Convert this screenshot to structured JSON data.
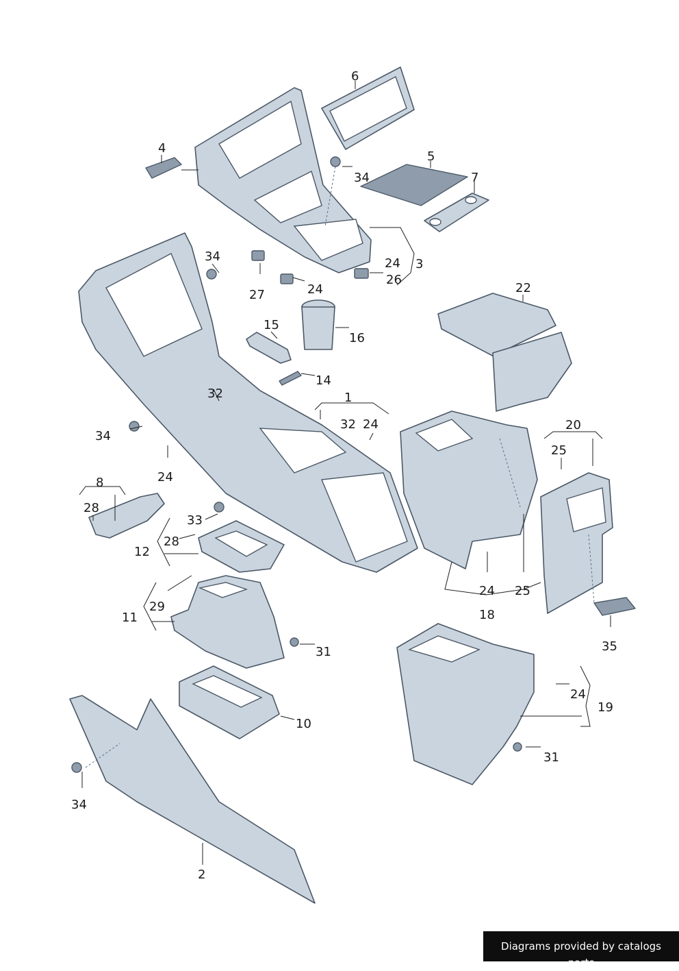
{
  "callouts": [
    {
      "id": "c1",
      "text": "1"
    },
    {
      "id": "c2",
      "text": "2"
    },
    {
      "id": "c3",
      "text": "3"
    },
    {
      "id": "c4",
      "text": "4"
    },
    {
      "id": "c5",
      "text": "5"
    },
    {
      "id": "c6",
      "text": "6"
    },
    {
      "id": "c7",
      "text": "7"
    },
    {
      "id": "c8",
      "text": "8"
    },
    {
      "id": "c10",
      "text": "10"
    },
    {
      "id": "c11",
      "text": "11"
    },
    {
      "id": "c12",
      "text": "12"
    },
    {
      "id": "c14",
      "text": "14"
    },
    {
      "id": "c15",
      "text": "15"
    },
    {
      "id": "c16",
      "text": "16"
    },
    {
      "id": "c18",
      "text": "18"
    },
    {
      "id": "c19",
      "text": "19"
    },
    {
      "id": "c20",
      "text": "20"
    },
    {
      "id": "c22",
      "text": "22"
    },
    {
      "id": "c24a",
      "text": "24"
    },
    {
      "id": "c24b",
      "text": "24"
    },
    {
      "id": "c24c",
      "text": "24"
    },
    {
      "id": "c24d",
      "text": "24"
    },
    {
      "id": "c24e",
      "text": "24"
    },
    {
      "id": "c24f",
      "text": "24"
    },
    {
      "id": "c25a",
      "text": "25"
    },
    {
      "id": "c25b",
      "text": "25"
    },
    {
      "id": "c26",
      "text": "26"
    },
    {
      "id": "c27",
      "text": "27"
    },
    {
      "id": "c28a",
      "text": "28"
    },
    {
      "id": "c28b",
      "text": "28"
    },
    {
      "id": "c29",
      "text": "29"
    },
    {
      "id": "c31a",
      "text": "31"
    },
    {
      "id": "c31b",
      "text": "31"
    },
    {
      "id": "c32a",
      "text": "32"
    },
    {
      "id": "c32b",
      "text": "32"
    },
    {
      "id": "c33",
      "text": "33"
    },
    {
      "id": "c34a",
      "text": "34"
    },
    {
      "id": "c34b",
      "text": "34"
    },
    {
      "id": "c34c",
      "text": "34"
    },
    {
      "id": "c34d",
      "text": "34"
    },
    {
      "id": "c35",
      "text": "35"
    }
  ],
  "footer": {
    "text": "Diagrams provided by catalogs parts"
  },
  "colors": {
    "part_fill": "#c9d4de",
    "part_stroke": "#4b5866",
    "badge_bg": "#0e0e0e"
  }
}
